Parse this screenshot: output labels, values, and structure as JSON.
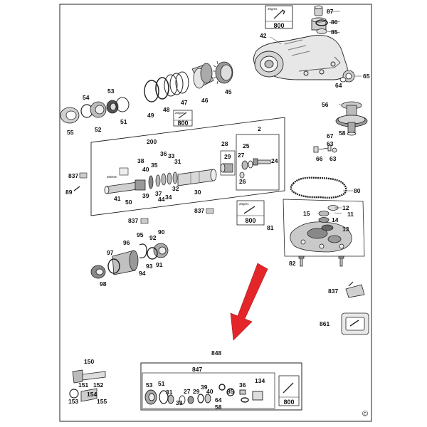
{
  "callouts": {
    "n2": "2",
    "n11": "11",
    "n12": "12",
    "n13": "13",
    "n14": "14",
    "n15": "15",
    "n24": "24",
    "n25": "25",
    "n26": "26",
    "n27": "27",
    "n28": "28",
    "n29": "29",
    "n30": "30",
    "n31": "31",
    "n32": "32",
    "n33": "33",
    "n34": "34",
    "n35": "35",
    "n36": "36",
    "n37": "37",
    "n38": "38",
    "n39": "39",
    "n40": "40",
    "n41": "41",
    "n42": "42",
    "n44": "44",
    "n45": "45",
    "n46": "46",
    "n47": "47",
    "n48": "48",
    "n49": "49",
    "n50": "50",
    "n51": "51",
    "n52": "52",
    "n53": "53",
    "n54": "54",
    "n55": "55",
    "n56": "56",
    "n58": "58",
    "n63": "63",
    "n64": "64",
    "n65": "65",
    "n66": "66",
    "n67": "67",
    "n80": "80",
    "n81": "81",
    "n82": "82",
    "n85": "85",
    "n86": "86",
    "n87": "87",
    "n89": "89",
    "n90": "90",
    "n91": "91",
    "n92": "92",
    "n93": "93",
    "n94": "94",
    "n95": "95",
    "n96": "96",
    "n97": "97",
    "n98": "98",
    "n150": "150",
    "n151": "151",
    "n152": "152",
    "n153": "153",
    "n154": "154",
    "n155": "155",
    "n200": "200",
    "n837a": "837",
    "n837b": "837",
    "n837c": "837",
    "n837d": "837",
    "n861": "861",
    "n848": "848",
    "n847": "847"
  },
  "kit_callouts": {
    "k53": "53",
    "k51": "51",
    "k31": "31",
    "k33": "33",
    "k27": "27",
    "k29": "29",
    "k39": "39",
    "k40": "40",
    "k64": "64",
    "k58": "58",
    "k85": "85",
    "k36": "36",
    "k134": "134"
  },
  "grease_boxes": {
    "top": {
      "amount": "20gms",
      "number": "800"
    },
    "shaft": {
      "amount": "20gms",
      "number": "800"
    },
    "gear": {
      "amount": "20gms",
      "number": "800"
    },
    "kit": {
      "number": "800"
    }
  },
  "torque_note": "300Nm",
  "copyright": "©",
  "arrow_color": "#e4262a"
}
